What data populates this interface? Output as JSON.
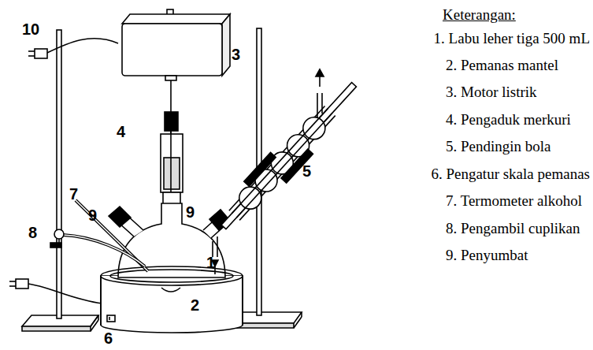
{
  "diagram": {
    "labels": [
      "10",
      "3",
      "4",
      "5",
      "7",
      "9",
      "8",
      "9",
      "1",
      "2",
      "6",
      "Keterangan:",
      "1. Labu leher tiga 500 mL",
      "2. Pemanas mantel",
      "3. Motor listrik",
      "4. Pengaduk merkuri",
      "5. Pendingin bola",
      "6. Pengatur skala pemanas",
      "7. Termometer alkohol",
      "8. Pengambil cuplikan",
      "9. Penyumbat"
    ]
  }
}
